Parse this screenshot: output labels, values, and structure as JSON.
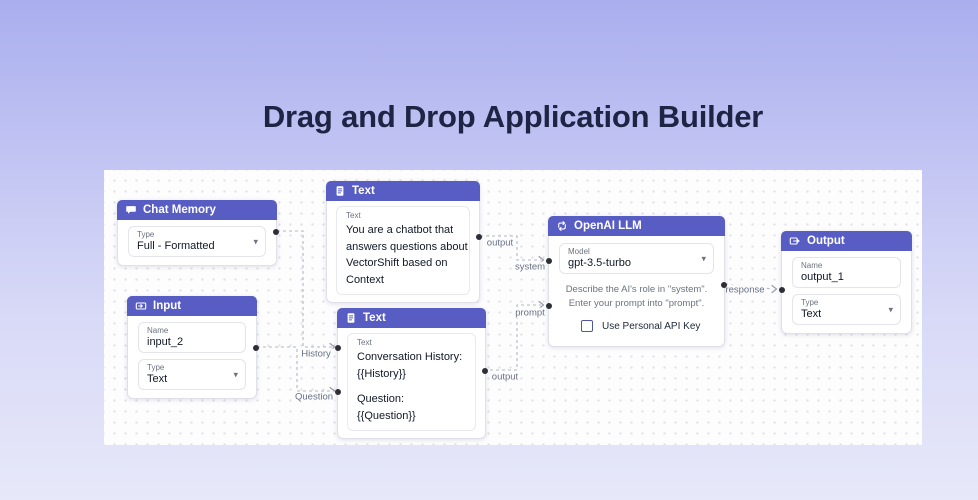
{
  "page": {
    "title": "Drag and Drop Application Builder"
  },
  "colors": {
    "background_top": "#aaaeee",
    "background_bottom": "#e7e8f9",
    "node_header": "#585dc4",
    "canvas": "#fdfdfe",
    "edge": "#b4b6c6",
    "title_text": "#1e2444"
  },
  "ui": {
    "caret": "▾"
  },
  "nodes": {
    "chat_memory": {
      "title": "Chat Memory",
      "type_field": {
        "label": "Type",
        "value": "Full - Formatted"
      }
    },
    "text_system": {
      "title": "Text",
      "content_label": "Text",
      "lines": [
        "You are a chatbot that",
        "answers questions about",
        "VectorShift based on",
        "Context"
      ]
    },
    "input": {
      "title": "Input",
      "name_field": {
        "label": "Name",
        "value": "input_2"
      },
      "type_field": {
        "label": "Type",
        "value": "Text"
      }
    },
    "text_prompt": {
      "title": "Text",
      "content_label": "Text",
      "lines": [
        "Conversation History:",
        "{{History}}",
        "",
        "Question:",
        "{{Question}}"
      ]
    },
    "openai_llm": {
      "title": "OpenAI LLM",
      "model_field": {
        "label": "Model",
        "value": "gpt-3.5-turbo"
      },
      "description_lines": [
        "Describe the AI's role in \"system\".",
        "Enter your prompt into \"prompt\"."
      ],
      "api_key_checkbox": {
        "label": "Use Personal API Key",
        "checked": false
      }
    },
    "output": {
      "title": "Output",
      "name_field": {
        "label": "Name",
        "value": "output_1"
      },
      "type_field": {
        "label": "Type",
        "value": "Text"
      }
    }
  },
  "edges": {
    "labels": {
      "system_output": "output",
      "system_input": "system",
      "prompt_input": "prompt",
      "prompt_output": "output",
      "history": "History",
      "question": "Question",
      "response": "response"
    }
  }
}
